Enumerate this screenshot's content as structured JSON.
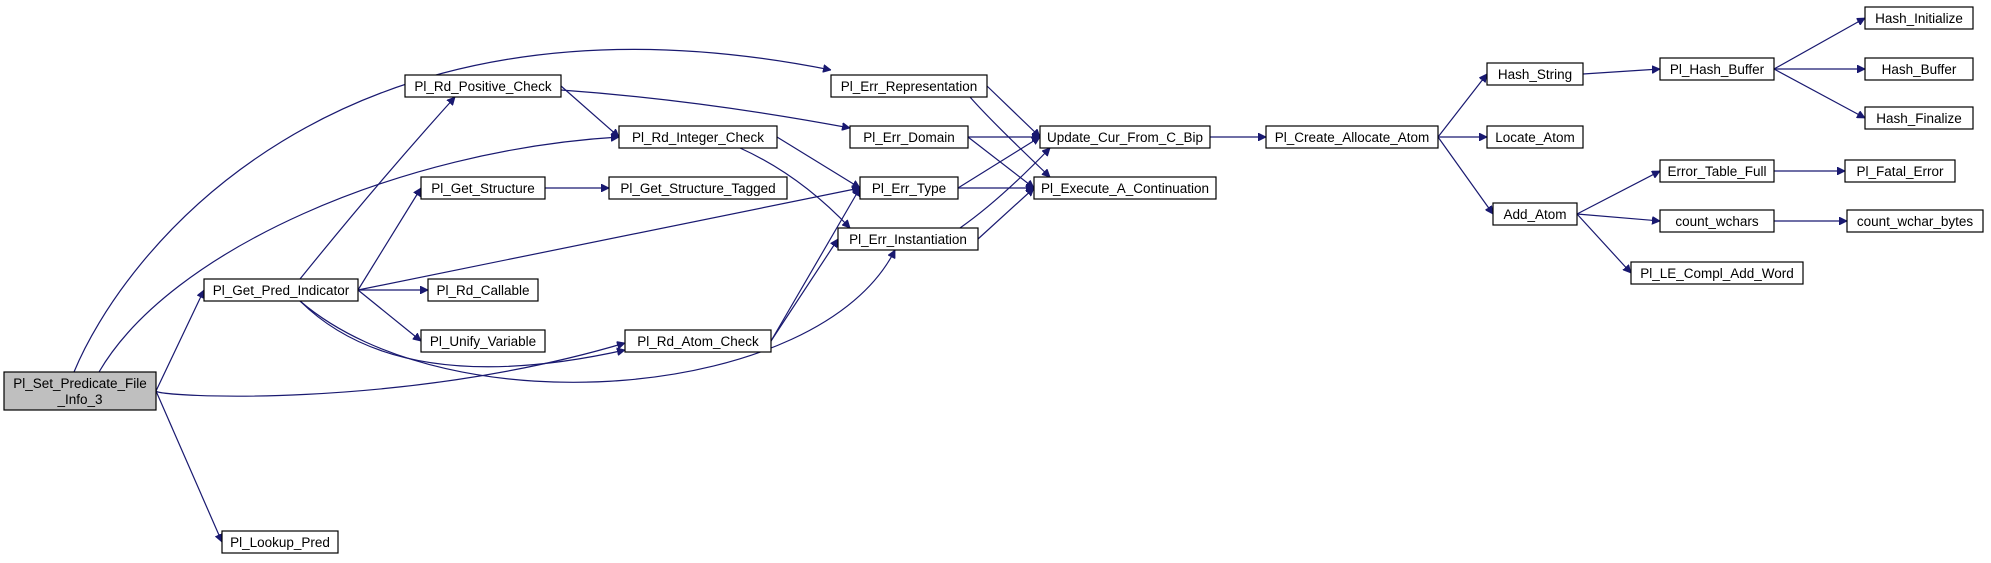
{
  "nodes": {
    "root": "Pl_Set_Predicate_File\n_Info_3",
    "get_pred_indicator": "Pl_Get_Pred_Indicator",
    "lookup_pred": "Pl_Lookup_Pred",
    "rd_positive_check": "Pl_Rd_Positive_Check",
    "get_structure": "Pl_Get_Structure",
    "rd_callable": "Pl_Rd_Callable",
    "unify_variable": "Pl_Unify_Variable",
    "rd_integer_check": "Pl_Rd_Integer_Check",
    "get_structure_tagged": "Pl_Get_Structure_Tagged",
    "rd_atom_check": "Pl_Rd_Atom_Check",
    "err_representation": "Pl_Err_Representation",
    "err_domain": "Pl_Err_Domain",
    "err_type": "Pl_Err_Type",
    "err_instantiation": "Pl_Err_Instantiation",
    "update_cur_from_c_bip": "Update_Cur_From_C_Bip",
    "execute_a_continuation": "Pl_Execute_A_Continuation",
    "create_allocate_atom": "Pl_Create_Allocate_Atom",
    "hash_string": "Hash_String",
    "locate_atom": "Locate_Atom",
    "add_atom": "Add_Atom",
    "hash_buffer_pl": "Pl_Hash_Buffer",
    "hash_initialize": "Hash_Initialize",
    "hash_buffer": "Hash_Buffer",
    "hash_finalize": "Hash_Finalize",
    "error_table_full": "Error_Table_Full",
    "fatal_error": "Pl_Fatal_Error",
    "count_wchars": "count_wchars",
    "count_wchar_bytes": "count_wchar_bytes",
    "le_compl_add_word": "Pl_LE_Compl_Add_Word"
  },
  "edges": [
    [
      "root",
      "get_pred_indicator"
    ],
    [
      "root",
      "lookup_pred"
    ],
    [
      "root",
      "rd_integer_check"
    ],
    [
      "root",
      "rd_atom_check"
    ],
    [
      "root",
      "err_representation"
    ],
    [
      "get_pred_indicator",
      "rd_positive_check"
    ],
    [
      "get_pred_indicator",
      "get_structure"
    ],
    [
      "get_pred_indicator",
      "rd_callable"
    ],
    [
      "get_pred_indicator",
      "unify_variable"
    ],
    [
      "get_pred_indicator",
      "rd_atom_check"
    ],
    [
      "get_pred_indicator",
      "err_type"
    ],
    [
      "get_pred_indicator",
      "err_instantiation"
    ],
    [
      "rd_positive_check",
      "rd_integer_check"
    ],
    [
      "rd_positive_check",
      "err_domain"
    ],
    [
      "get_structure",
      "get_structure_tagged"
    ],
    [
      "rd_integer_check",
      "err_type"
    ],
    [
      "rd_integer_check",
      "err_instantiation"
    ],
    [
      "rd_atom_check",
      "err_type"
    ],
    [
      "rd_atom_check",
      "err_instantiation"
    ],
    [
      "err_representation",
      "update_cur_from_c_bip"
    ],
    [
      "err_representation",
      "execute_a_continuation"
    ],
    [
      "err_domain",
      "update_cur_from_c_bip"
    ],
    [
      "err_domain",
      "execute_a_continuation"
    ],
    [
      "err_type",
      "update_cur_from_c_bip"
    ],
    [
      "err_type",
      "execute_a_continuation"
    ],
    [
      "err_instantiation",
      "update_cur_from_c_bip"
    ],
    [
      "err_instantiation",
      "execute_a_continuation"
    ],
    [
      "update_cur_from_c_bip",
      "create_allocate_atom"
    ],
    [
      "create_allocate_atom",
      "hash_string"
    ],
    [
      "create_allocate_atom",
      "locate_atom"
    ],
    [
      "create_allocate_atom",
      "add_atom"
    ],
    [
      "hash_string",
      "hash_buffer_pl"
    ],
    [
      "hash_buffer_pl",
      "hash_initialize"
    ],
    [
      "hash_buffer_pl",
      "hash_buffer"
    ],
    [
      "hash_buffer_pl",
      "hash_finalize"
    ],
    [
      "add_atom",
      "error_table_full"
    ],
    [
      "add_atom",
      "count_wchars"
    ],
    [
      "add_atom",
      "le_compl_add_word"
    ],
    [
      "error_table_full",
      "fatal_error"
    ],
    [
      "count_wchars",
      "count_wchar_bytes"
    ]
  ]
}
